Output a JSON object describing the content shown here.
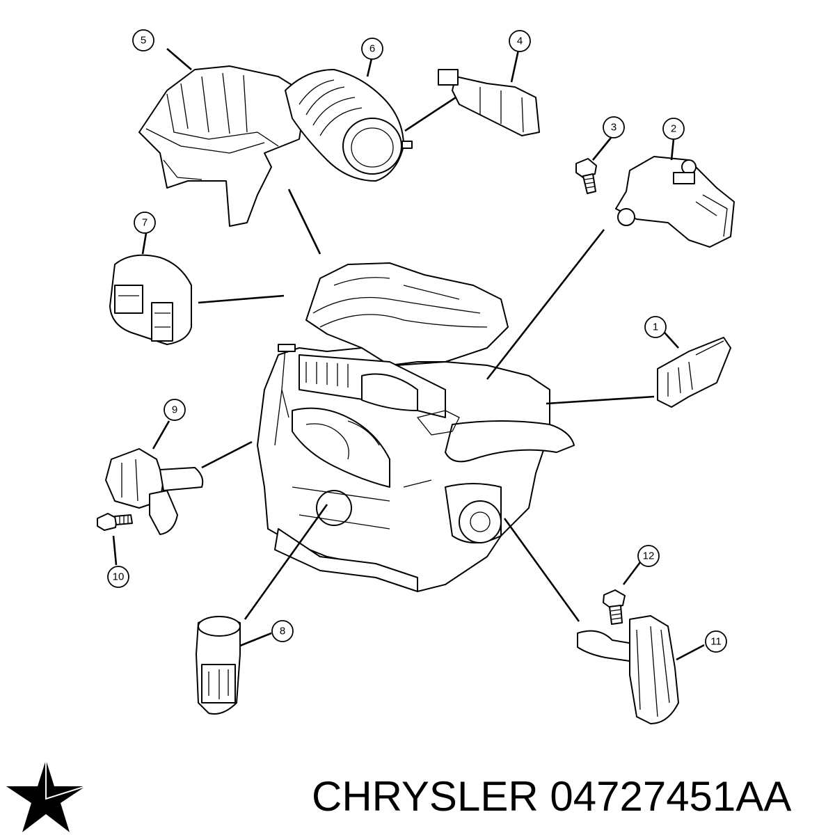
{
  "footer": {
    "brand": "CHRYSLER",
    "part_number": "04727451AA"
  },
  "callouts": [
    {
      "id": "1",
      "label": "1"
    },
    {
      "id": "2",
      "label": "2"
    },
    {
      "id": "3",
      "label": "3"
    },
    {
      "id": "4",
      "label": "4"
    },
    {
      "id": "5",
      "label": "5"
    },
    {
      "id": "6",
      "label": "6"
    },
    {
      "id": "7",
      "label": "7"
    },
    {
      "id": "8",
      "label": "8"
    },
    {
      "id": "9",
      "label": "9"
    },
    {
      "id": "10",
      "label": "10"
    },
    {
      "id": "11",
      "label": "11"
    },
    {
      "id": "12",
      "label": "12"
    }
  ],
  "colors": {
    "ink": "#000000",
    "background": "#ffffff"
  }
}
